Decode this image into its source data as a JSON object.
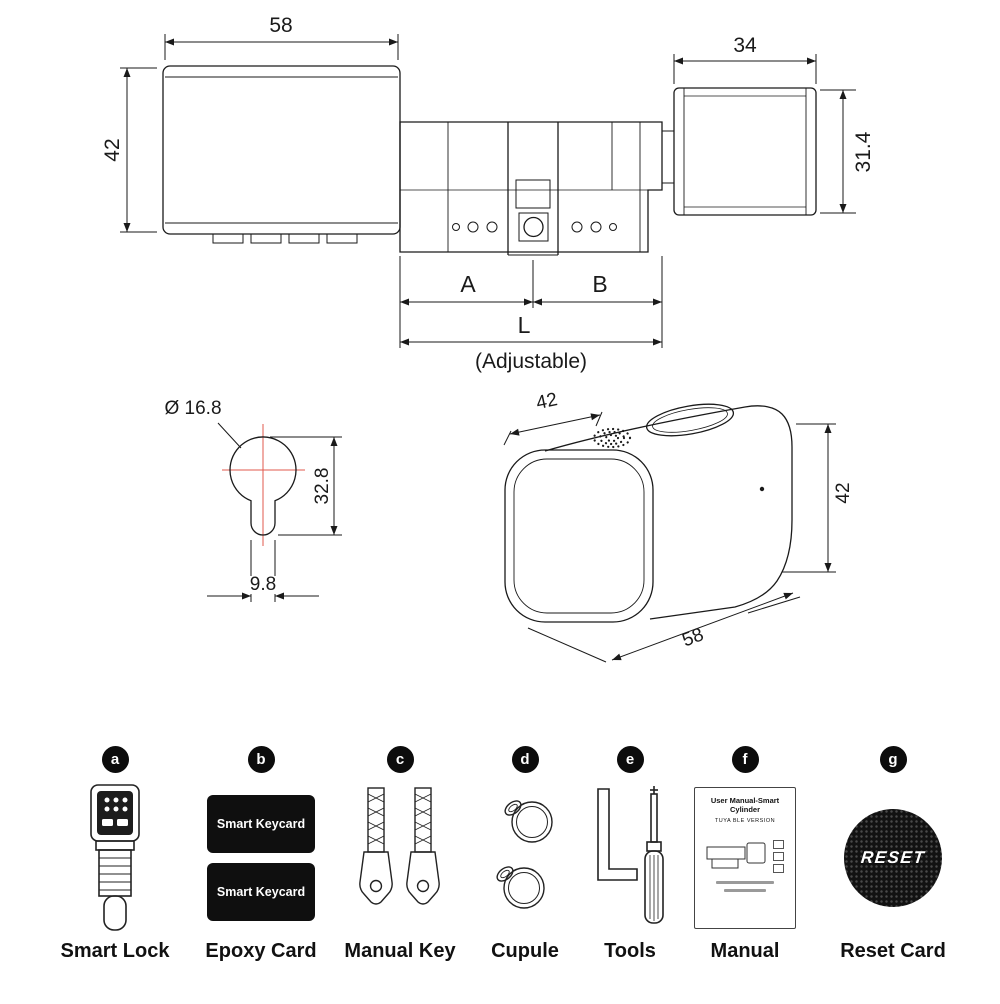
{
  "colors": {
    "line": "#1a1a1a",
    "centerline": "#e0584e",
    "card_bg": "#0f0f0f",
    "text": "#111111"
  },
  "side_view": {
    "body_width": "58",
    "body_height": "42",
    "knob_width": "34",
    "knob_height": "31.4",
    "seg_a": "A",
    "seg_b": "B",
    "total": "L",
    "total_note": "(Adjustable)"
  },
  "profile_view": {
    "diameter": "Ø 16.8",
    "height": "32.8",
    "width": "9.8"
  },
  "knob_view": {
    "width": "42",
    "height": "42",
    "depth": "58"
  },
  "parts": [
    {
      "letter": "a",
      "label": "Smart Lock"
    },
    {
      "letter": "b",
      "label": "Epoxy Card",
      "card_text": "Smart Keycard"
    },
    {
      "letter": "c",
      "label": "Manual Key"
    },
    {
      "letter": "d",
      "label": "Cupule"
    },
    {
      "letter": "e",
      "label": "Tools"
    },
    {
      "letter": "f",
      "label": "Manual",
      "manual_title": "User Manual-Smart Cylinder",
      "manual_subtitle": "TUYA BLE VERSION"
    },
    {
      "letter": "g",
      "label": "Reset Card",
      "reset_text": "RESET"
    }
  ]
}
